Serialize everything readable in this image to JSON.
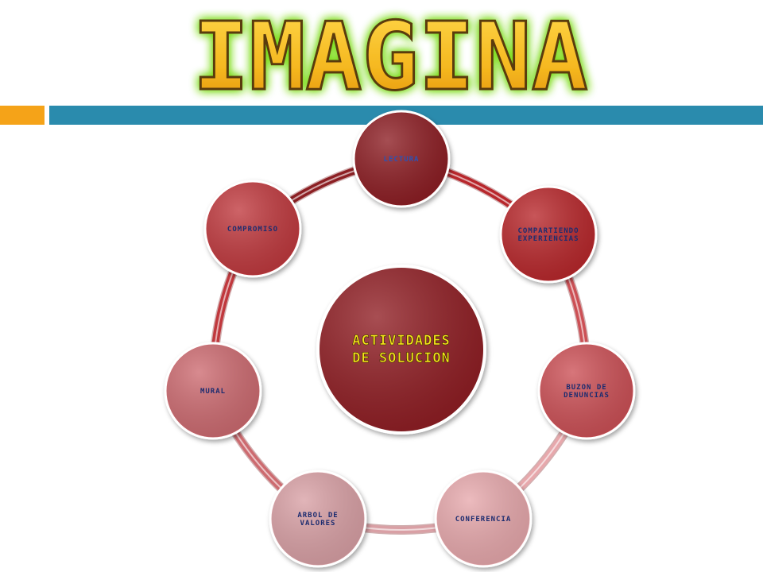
{
  "title": "IMAGINA",
  "colors": {
    "accent_orange": "#f5a318",
    "accent_blue": "#2a8bad",
    "title_fill": "#f5b820",
    "title_glow": "#7ddc1f",
    "center_fill": "#8f1d21",
    "center_text": "#f5e61a"
  },
  "center": {
    "label_line1": "ACTIVIDADES",
    "label_line2": "DE SOLUCION"
  },
  "nodes": [
    {
      "label_lines": [
        "LECTURA"
      ],
      "fill": "#8c1f23",
      "text_color": "#2b52b5"
    },
    {
      "label_lines": [
        "COMPARTIENDO",
        "EXPERIENCIAS"
      ],
      "fill": "#b8272c",
      "text_color": "#1c2c70"
    },
    {
      "label_lines": [
        "BUZON DE",
        "DENUNCIAS"
      ],
      "fill": "#cc5055",
      "text_color": "#1c2c70"
    },
    {
      "label_lines": [
        "CONFERENCIA"
      ],
      "fill": "#e7a8ac",
      "text_color": "#1c2c70"
    },
    {
      "label_lines": [
        "ARBOL DE",
        "VALORES"
      ],
      "fill": "#d9a0a5",
      "text_color": "#1c2c70"
    },
    {
      "label_lines": [
        "MURAL"
      ],
      "fill": "#cd6b70",
      "text_color": "#1c2c70"
    },
    {
      "label_lines": [
        "COMPROMISO"
      ],
      "fill": "#c0383d",
      "text_color": "#1c2c70"
    }
  ]
}
